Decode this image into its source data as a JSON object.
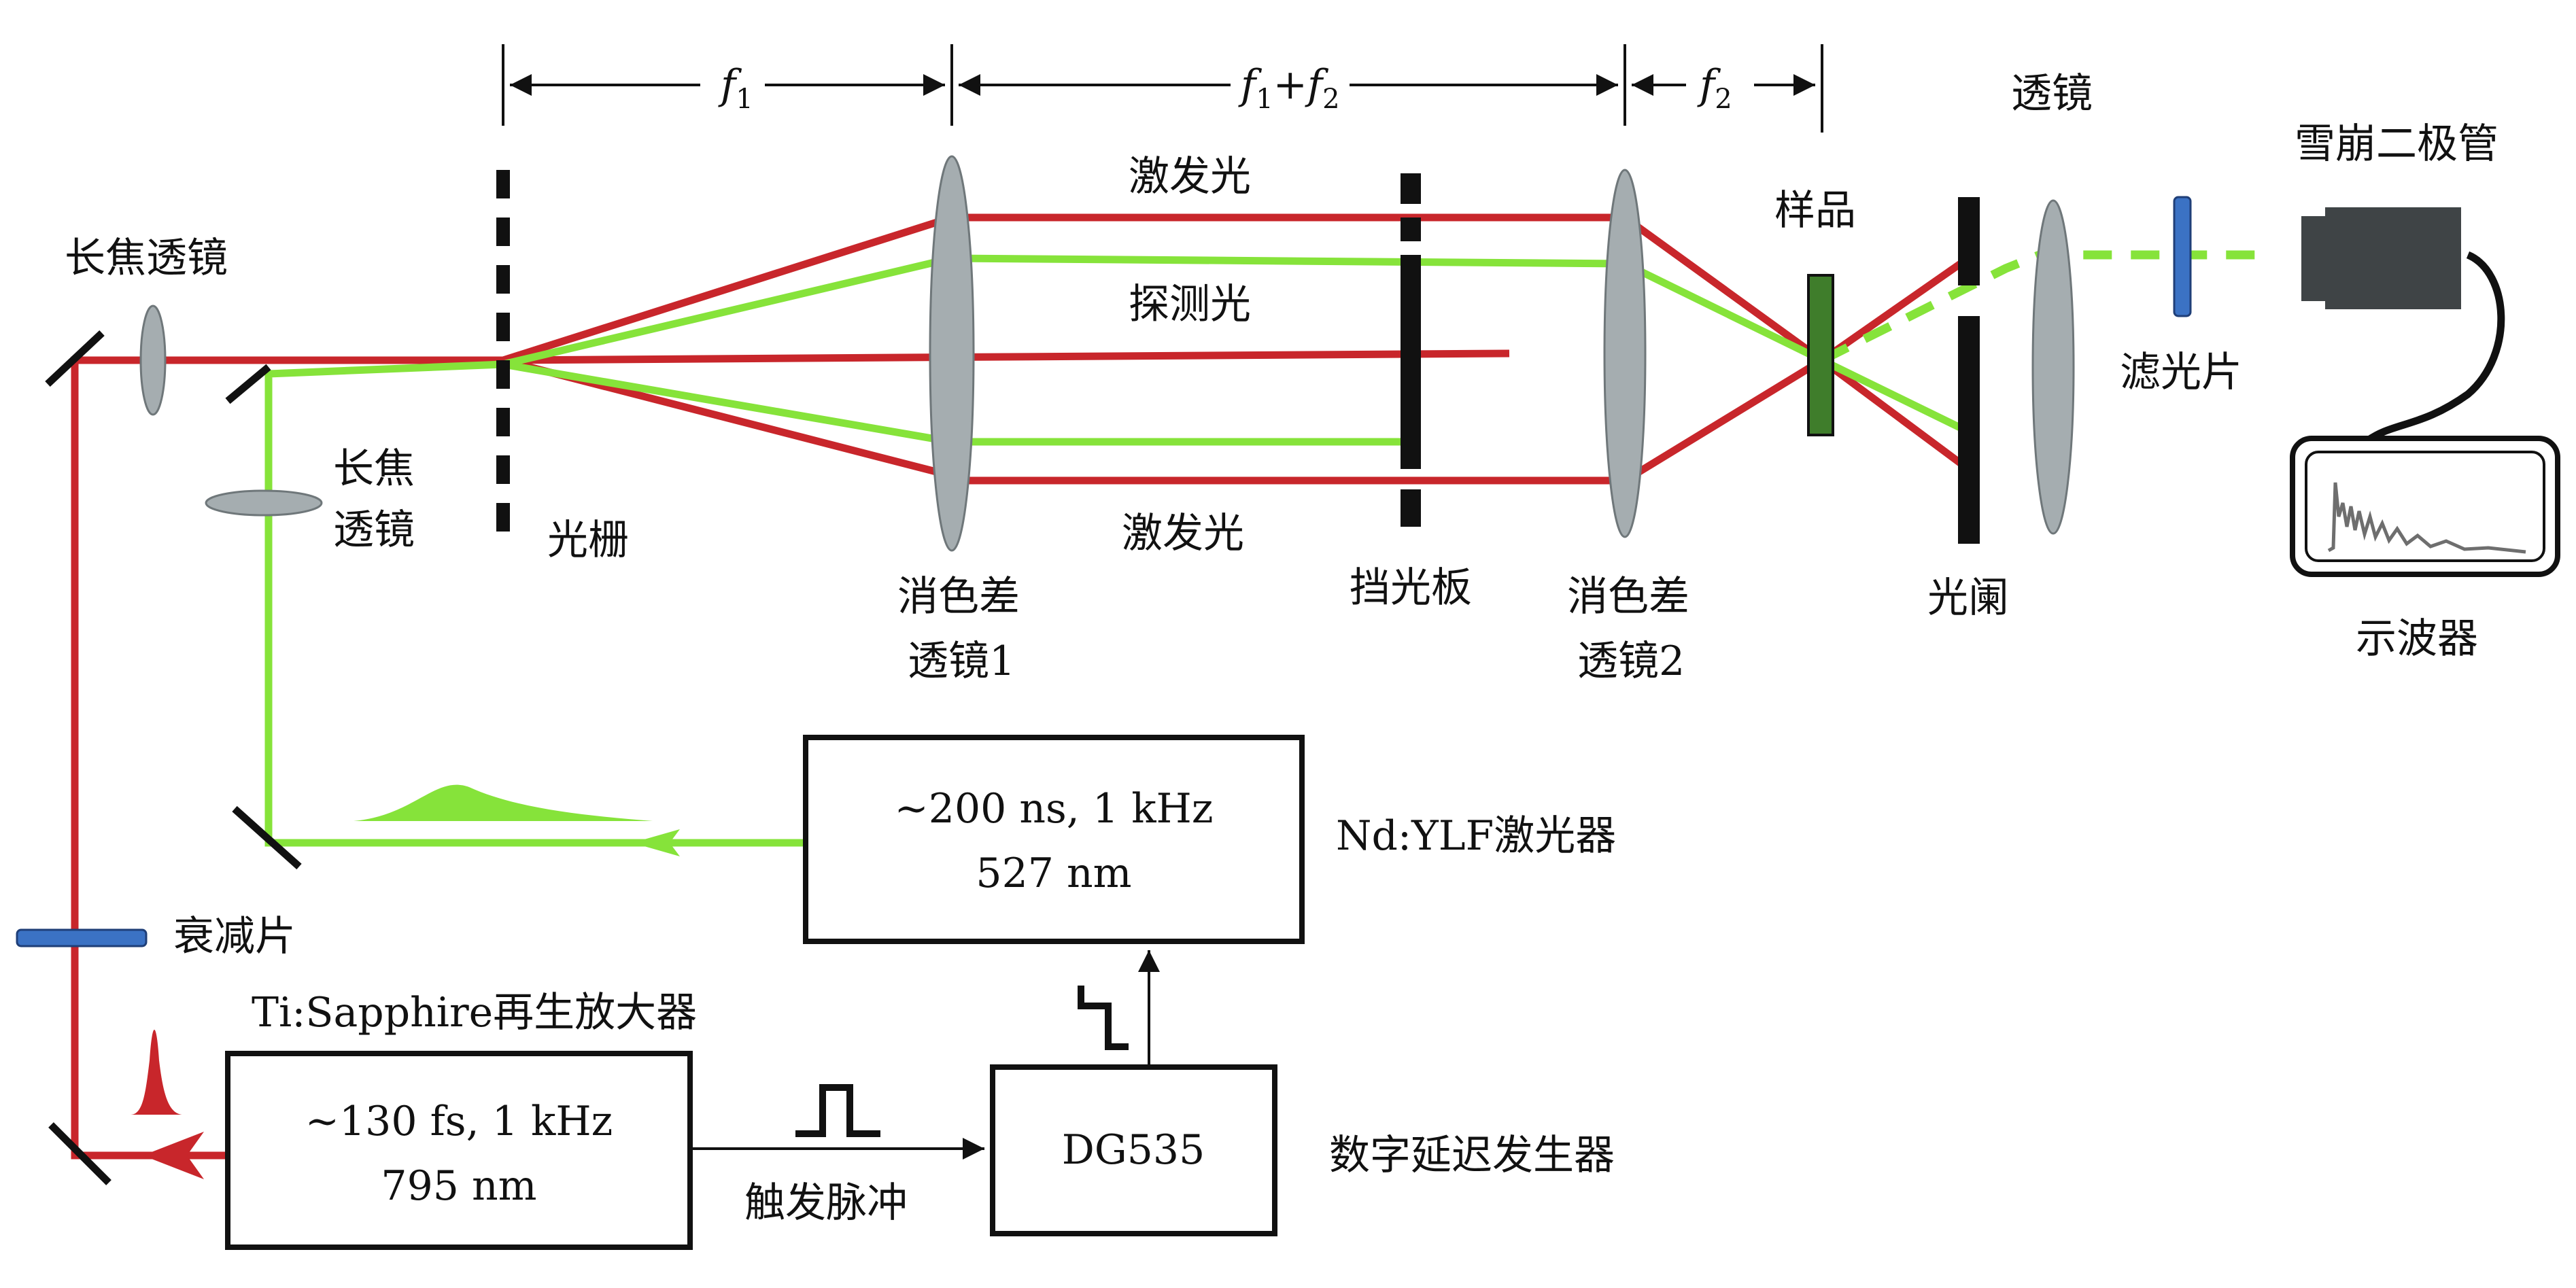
{
  "colors": {
    "pump": "#c8262b",
    "probe": "#86e33a",
    "lens": "#a5adb0",
    "sample": "#3f7d2b",
    "filter": "#3b72c4",
    "detector": "#3f4446",
    "frame": "#111111"
  },
  "dims": {
    "f1": "f",
    "f1_sub": "1",
    "f1f2_a": "f",
    "f1f2_a_sub": "1",
    "f1f2_plus": "+",
    "f1f2_b": "f",
    "f1f2_b_sub": "2",
    "f2": "f",
    "f2_sub": "2"
  },
  "labels": {
    "long_lens_top": "长焦透镜",
    "long_lens_side_1": "长焦",
    "long_lens_side_2": "透镜",
    "grating": "光栅",
    "pump_top": "激发光",
    "probe": "探测光",
    "pump_bottom": "激发光",
    "achromat1_1": "消色差",
    "achromat1_2": "透镜1",
    "beam_block": "挡光板",
    "achromat2_1": "消色差",
    "achromat2_2": "透镜2",
    "sample": "样品",
    "iris": "光阑",
    "lens_right": "透镜",
    "filter": "滤光片",
    "apd": "雪崩二极管",
    "scope": "示波器",
    "attenuator": "衰减片",
    "trigger": "触发脉冲",
    "delay_gen": "数字延迟发生器",
    "ti_sapphire": "Ti:Sapphire再生放大器",
    "nd_ylf": "Nd:YLF激光器"
  },
  "boxes": {
    "nd_line1": "~200 ns, 1 kHz",
    "nd_line2": "527 nm",
    "ti_line1": "~130 fs, 1 kHz",
    "ti_line2": "795 nm",
    "dg": "DG535"
  }
}
